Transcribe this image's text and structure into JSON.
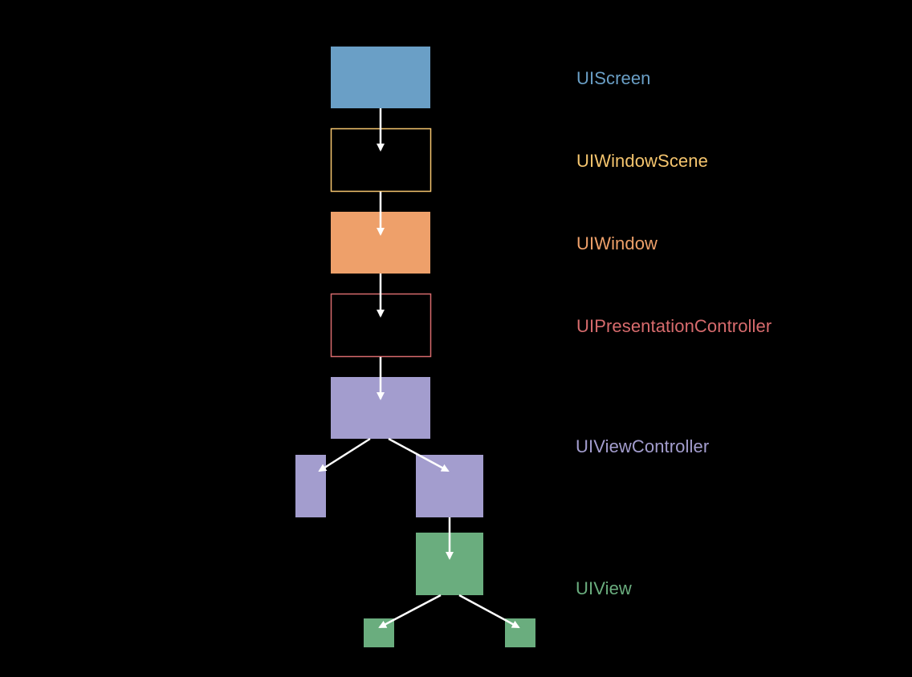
{
  "colors": {
    "background": "#000000",
    "screen": "#6a9fc6",
    "window_scene": "#f5c56e",
    "window": "#eea06a",
    "presentation_controller": "#d76b6d",
    "view_controller": "#a39dce",
    "view": "#6aad7e",
    "arrow": "#ffffff"
  },
  "layers": [
    {
      "key": "screen",
      "label": "UIScreen",
      "color": "#6a9fc6"
    },
    {
      "key": "window_scene",
      "label": "UIWindowScene",
      "color": "#f5c56e"
    },
    {
      "key": "window",
      "label": "UIWindow",
      "color": "#eea06a"
    },
    {
      "key": "presentation_controller",
      "label": "UIPresentationController",
      "color": "#d76b6d"
    },
    {
      "key": "view_controller",
      "label": "UIViewController",
      "color": "#a39dce"
    },
    {
      "key": "view",
      "label": "UIView",
      "color": "#6aad7e"
    }
  ]
}
